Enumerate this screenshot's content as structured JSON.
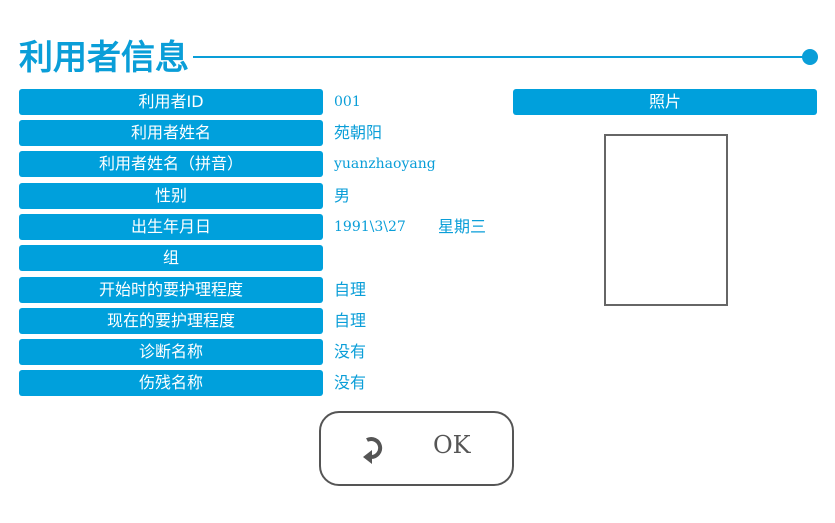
{
  "title": "利用者信息",
  "fields": [
    {
      "label": "利用者ID",
      "value": "001"
    },
    {
      "label": "利用者姓名",
      "value": "苑朝阳"
    },
    {
      "label": "利用者姓名（拼音）",
      "value": "yuanzhaoyang"
    },
    {
      "label": "性别",
      "value": "男"
    },
    {
      "label": "出生年月日",
      "value": "1991\\3\\27",
      "extra": "星期三"
    },
    {
      "label": "组",
      "value": ""
    },
    {
      "label": "开始时的要护理程度",
      "value": "自理"
    },
    {
      "label": "现在的要护理程度",
      "value": "自理"
    },
    {
      "label": "诊断名称",
      "value": "没有"
    },
    {
      "label": "伤残名称",
      "value": "没有"
    }
  ],
  "photo_label": "照片",
  "ok_label": "OK"
}
